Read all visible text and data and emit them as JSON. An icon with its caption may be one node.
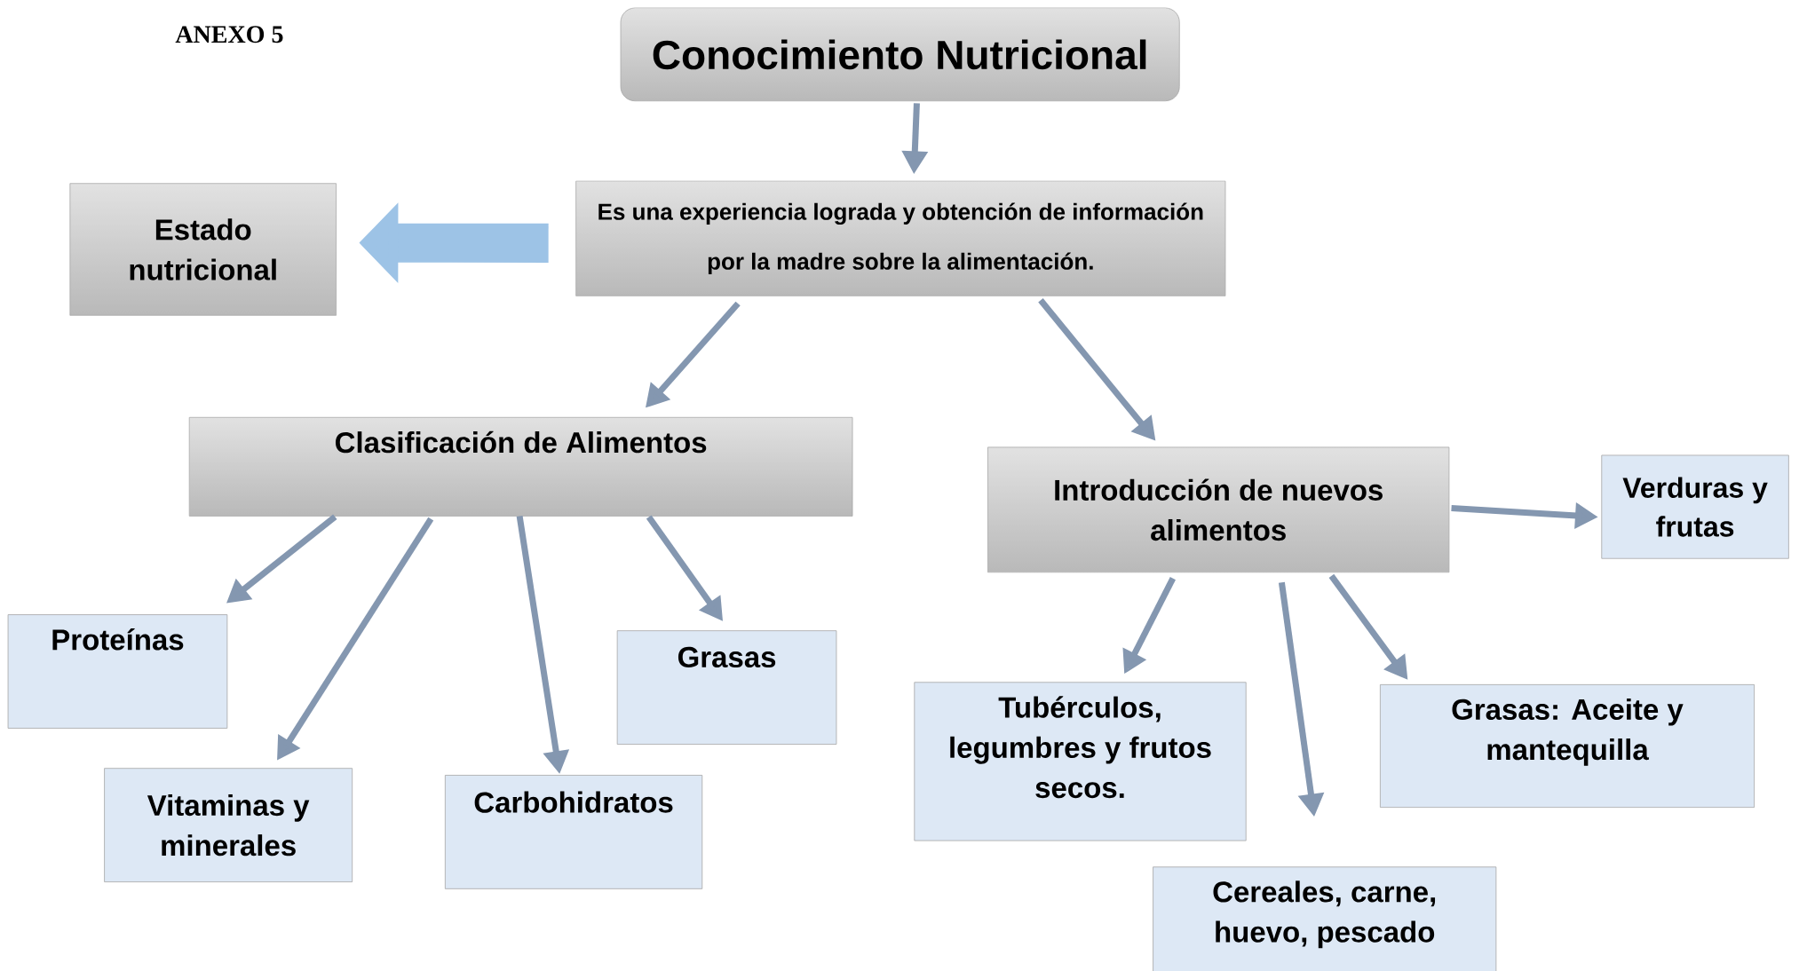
{
  "diagram": {
    "nodes": [
      {
        "text": [
          "Conocimiento Nutricional"
        ]
      },
      {
        "text": [
          "Es una experiencia lograda y obtención de información por la madre sobre la alimentación."
        ]
      },
      {
        "text": [
          "Estado nutricional"
        ]
      },
      {
        "text": [
          "Clasificación de Alimentos"
        ]
      },
      {
        "text": [
          "Introducción de nuevos alimentos"
        ]
      },
      {
        "text": [
          "Verduras y frutas"
        ]
      },
      {
        "text": [
          "Proteínas"
        ]
      },
      {
        "text": [
          "Vitaminas y minerales"
        ]
      },
      {
        "text": [
          "Carbohidratos"
        ]
      },
      {
        "text": [
          "Grasas"
        ]
      },
      {
        "text": [
          "Tubérculos, legumbres y frutos secos."
        ]
      },
      {
        "text": [
          "Grasas: Aceite y mantequilla"
        ]
      },
      {
        "text": [
          "Cereales, carne, huevo, pescado"
        ]
      }
    ],
    "edges": [
      {
        "from": 0,
        "to": 1,
        "arrow": "to"
      },
      {
        "from": 1,
        "to": 2,
        "arrow": "to",
        "style": "thick",
        "color": "#9dc3e6"
      },
      {
        "from": 1,
        "to": 3,
        "arrow": "to"
      },
      {
        "from": 1,
        "to": 4,
        "arrow": "to"
      },
      {
        "from": 3,
        "to": 6,
        "arrow": "to"
      },
      {
        "from": 3,
        "to": 7,
        "arrow": "to"
      },
      {
        "from": 3,
        "to": 8,
        "arrow": "to"
      },
      {
        "from": 3,
        "to": 9,
        "arrow": "to"
      },
      {
        "from": 4,
        "to": 10,
        "arrow": "to"
      },
      {
        "from": 4,
        "to": 12,
        "arrow": "to"
      },
      {
        "from": 4,
        "to": 11,
        "arrow": "to"
      },
      {
        "from": 4,
        "to": 5,
        "arrow": "to"
      }
    ],
    "labels": [
      "ANEXO 5"
    ]
  }
}
